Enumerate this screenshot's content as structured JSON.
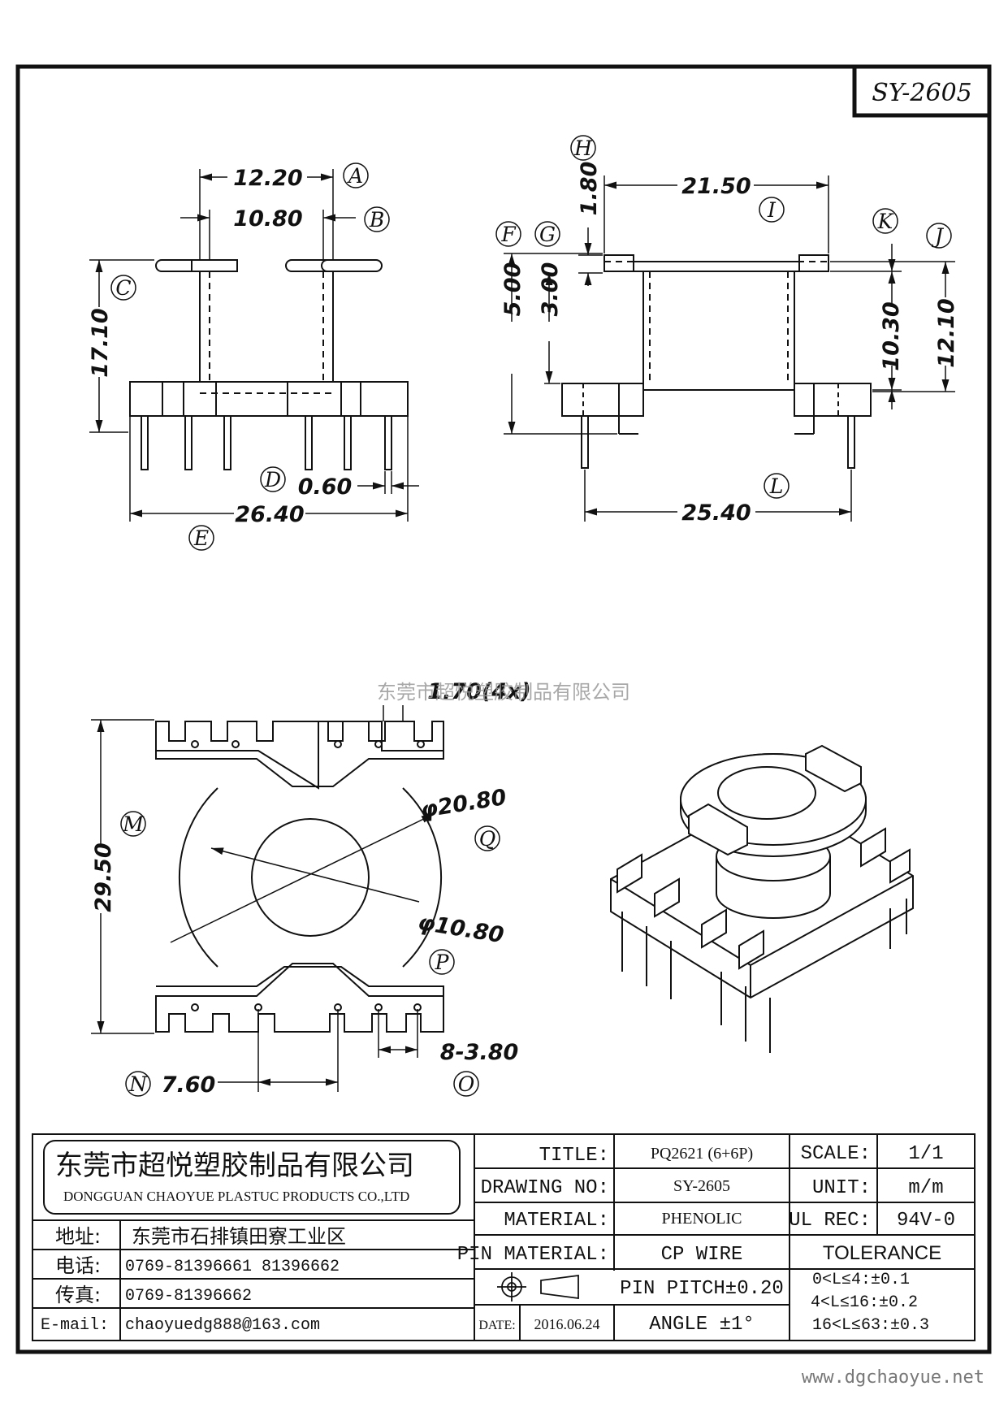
{
  "drawing_id": "SY-2605",
  "dimensions": {
    "a": "12.20",
    "b": "10.80",
    "c": "17.10",
    "d": "0.60",
    "e": "26.40",
    "h": "1.80",
    "i": "21.50",
    "f": "5.00",
    "g": "3.00",
    "k": "10.30",
    "j": "12.10",
    "l": "25.40",
    "top": "1.70(4x)",
    "m": "29.50",
    "q": "φ20.80",
    "p": "φ10.80",
    "o": "8-3.80",
    "n": "7.60"
  },
  "labels": {
    "a": "A",
    "b": "B",
    "c": "C",
    "d": "D",
    "e": "E",
    "f": "F",
    "g": "G",
    "h": "H",
    "i": "I",
    "j": "J",
    "k": "K",
    "l": "L",
    "m": "M",
    "n": "N",
    "o": "O",
    "p": "P",
    "q": "Q"
  },
  "watermark": "东莞市超悦塑胶制品有限公司",
  "company": {
    "name_cn": "东莞市超悦塑胶制品有限公司",
    "name_en": "DONGGUAN CHAOYUE PLASTUC PRODUCTS CO.,LTD",
    "address_label": "地址:",
    "address": "东莞市石排镇田寮工业区",
    "tel_label": "电话:",
    "tel": "0769-81396661  81396662",
    "fax_label": "传真:",
    "fax": "0769-81396662",
    "email_label": "E-mail:",
    "email": "chaoyuedg888@163.com"
  },
  "title_block": {
    "title_label": "TITLE:",
    "title": "PQ2621 (6+6P)",
    "drawing_no_label": "DRAWING NO:",
    "drawing_no": "SY-2605",
    "material_label": "MATERIAL:",
    "material": "PHENOLIC",
    "pin_material_label": "PIN MATERIAL:",
    "pin_material": "CP WIRE",
    "date_label": "DATE:",
    "date": "2016.06.24",
    "pin_pitch": "PIN PITCH±0.20",
    "angle": "ANGLE  ±1°",
    "scale_label": "SCALE:",
    "scale": "1/1",
    "unit_label": "UNIT:",
    "unit": "m/m",
    "ul_label": "UL REC:",
    "ul": "94V-0",
    "tolerance_label": "TOLERANCE",
    "tol1": "0<L≤4:±0.1",
    "tol2": "4<L≤16:±0.2",
    "tol3": "16<L≤63:±0.3"
  },
  "website": "www.dgchaoyue.net"
}
